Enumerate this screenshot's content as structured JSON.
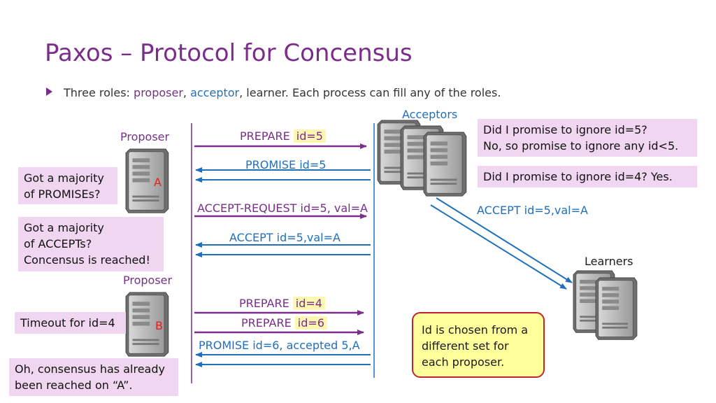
{
  "title": "Paxos – Protocol for Concensus",
  "bullet": {
    "prefix": "Three roles: ",
    "proposer": "proposer",
    "sep1": ", ",
    "acceptor": "acceptor",
    "rest": ", learner. Each process can fill any of the roles."
  },
  "labels": {
    "acceptors": "Acceptors",
    "proposer_top": "Proposer",
    "proposer_bottom": "Proposer",
    "learners": "Learners",
    "server_a": "A",
    "server_b": "B"
  },
  "messages": {
    "prepare1_prefix": "PREPARE ",
    "prepare1_id": "id=5",
    "promise1": "PROMISE id=5",
    "accept_request": "ACCEPT-REQUEST id=5, val=A",
    "accept1": "ACCEPT id=5,val=A",
    "accept_learners": "ACCEPT id=5,val=A",
    "prepare2_prefix": "PREPARE ",
    "prepare2_id": "id=4",
    "prepare3_prefix": "PREPARE ",
    "prepare3_id": "id=6",
    "promise2": "PROMISE id=6, accepted 5,A"
  },
  "notes": {
    "acceptor_check1_line1": "Did I promise to ignore id=5?",
    "acceptor_check1_line2": "No, so promise to ignore any id<5.",
    "acceptor_check2": "Did I promise to ignore id=4? Yes.",
    "majority_promises_line1": "Got a majority",
    "majority_promises_line2": "of PROMISEs?",
    "majority_accepts_line1": "Got a majority",
    "majority_accepts_line2": "of ACCEPTs?",
    "majority_accepts_line3": "Concensus is reached!",
    "timeout": "Timeout for id=4",
    "already_line1": "Oh, consensus has already",
    "already_line2": "been reached on “A”.",
    "id_chosen_line1": "Id is chosen from a",
    "id_chosen_line2": "different set for",
    "id_chosen_line3": "each proposer."
  },
  "colors": {
    "title": "#7a2d8a",
    "prepare_arrow": "#7a2d8a",
    "promise_arrow": "#1f6fbf",
    "note_bg": "#f1d6f1",
    "highlight_bg": "#fdf7b2",
    "yellow_box_bg": "#ffff9c",
    "yellow_box_border": "#c0242c",
    "server_label": "#e0201e"
  }
}
